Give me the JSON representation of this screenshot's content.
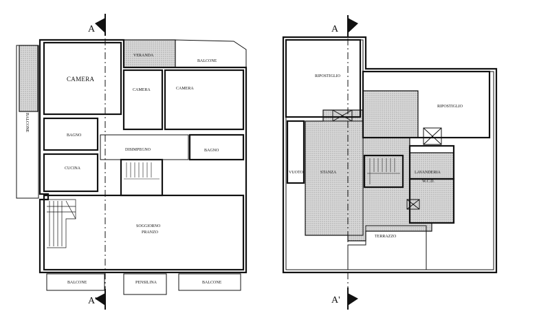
{
  "plans": {
    "left": {
      "rooms": {
        "camera_1": "CAMERA",
        "veranda": "VERANDA",
        "balcone_top": "BALCONE",
        "camera_2": "CAMERA",
        "camera_3": "CAMERA",
        "balcone_side": "BALCONE",
        "bagno_1": "BAGNO",
        "disimpegno": "DISIMPEGNO",
        "bagno_2": "BAGNO",
        "cucina": "CUCINA",
        "soggiorno_1": "SOGGIORNO",
        "soggiorno_2": "PRANZO",
        "balcone_bottom_left": "BALCONE",
        "pensilina": "PENSILINA",
        "balcone_bottom_right": "BALCONE"
      },
      "section_top": "A",
      "section_bottom": "A'"
    },
    "right": {
      "rooms": {
        "ripostiglio_1": "RIPOSTIGLIO",
        "ripostiglio_2": "RIPOSTIGLIO",
        "vuoto": "VUOTO",
        "stanza": "STANZA",
        "lavanderia": "LAVANDERIA",
        "wcd": "W.C.D.",
        "terrazzo": "TERRAZZO"
      },
      "section_top": "A",
      "section_bottom": "A'"
    }
  }
}
